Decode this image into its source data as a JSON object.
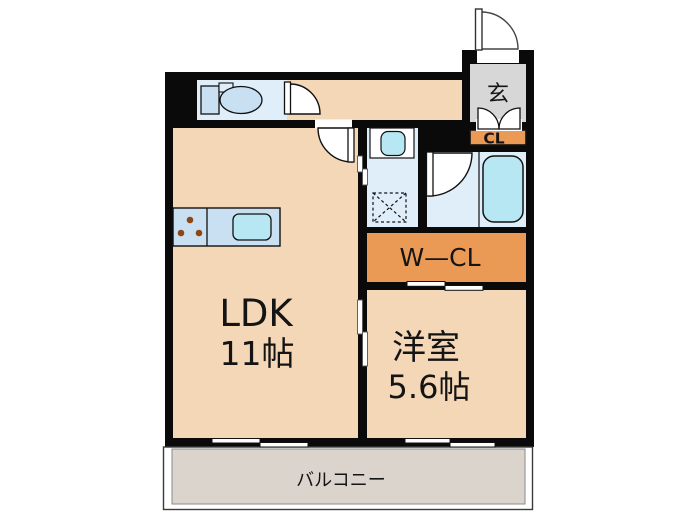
{
  "plan": {
    "type": "floor-plan",
    "rooms": {
      "ldk": {
        "label": "LDK",
        "size": "11帖",
        "color": "#f4d7b7"
      },
      "western_room": {
        "label": "洋室",
        "size": "5.6帖",
        "color": "#f4d7b7"
      },
      "walk_in_closet": {
        "label": "W—CL",
        "color": "#eb9a55"
      },
      "closet": {
        "label": "CL",
        "color": "#eb9a55"
      },
      "entrance": {
        "label": "玄",
        "color": "#d7d7d7"
      },
      "balcony": {
        "label": "バルコニー",
        "color": "#dbd4cd"
      },
      "toilet": {
        "color": "#dfeef9"
      },
      "washroom": {
        "color": "#dfeef9"
      },
      "bathroom": {
        "color": "#dfeef9"
      },
      "hallway": {
        "color": "#f4d7b7"
      }
    },
    "fixtures": [
      "toilet",
      "kitchen-counter",
      "gas-stove-burners",
      "kitchen-sink",
      "vanity-sink",
      "washing-machine-space",
      "bathtub",
      "entry-door",
      "toilet-door",
      "ldk-door",
      "bathroom-door",
      "closet-double-doors",
      "sliding-doors",
      "sliding-windows"
    ],
    "colors": {
      "wall": "#0a0a0a",
      "room_peach": "#f4d7b7",
      "storage_orange": "#eb9a55",
      "wet_area_blue": "#dfeef9",
      "fixture_blue": "#c8e0f2",
      "water_cyan": "#b7e7f2",
      "entrance_gray": "#d7d7d7",
      "balcony_gray": "#dbd4cd",
      "background": "#ffffff",
      "burner_brown": "#8f4617"
    }
  }
}
